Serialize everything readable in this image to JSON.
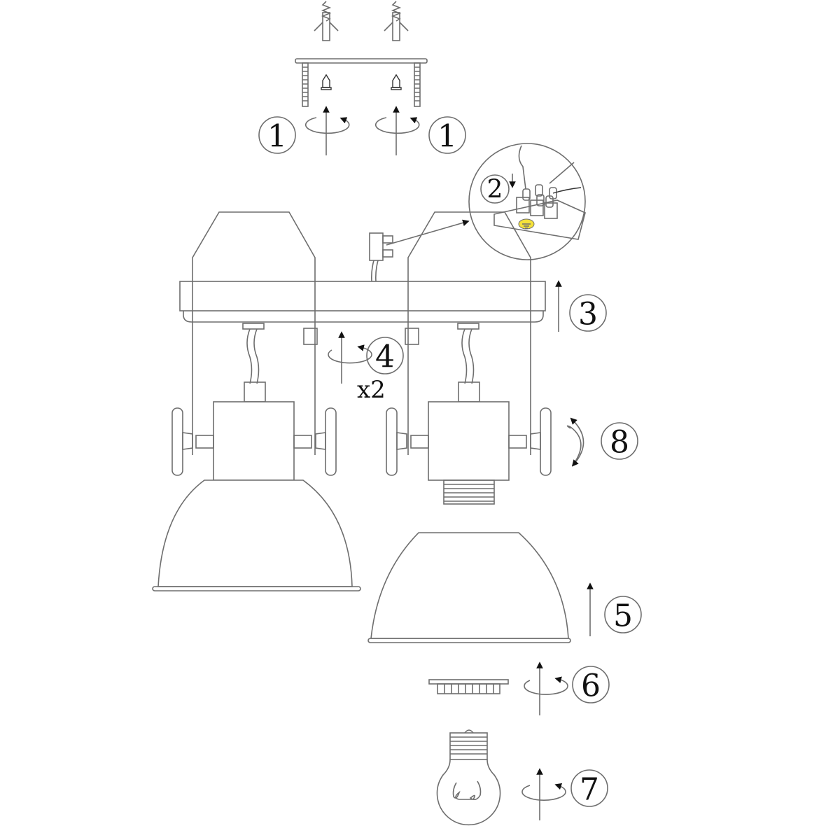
{
  "diagram": {
    "type": "assembly-instructions",
    "subject": "Two-light ceiling spotlight bar",
    "colors": {
      "line": "#6e6e6e",
      "text": "#111111",
      "earth_symbol": "#f5e23a",
      "background": "#ffffff"
    },
    "steps": [
      {
        "id": "1",
        "label": "1",
        "action": "Fix mounting plate with wall plugs and screws (rotate to tighten)",
        "position": "left"
      },
      {
        "id": "1b",
        "label": "1",
        "action": "Fix mounting plate with wall plugs and screws (rotate to tighten)",
        "position": "right"
      },
      {
        "id": "2",
        "label": "2",
        "action": "Connect wires to terminal block (earth marked yellow)"
      },
      {
        "id": "3",
        "label": "3",
        "action": "Push fixture bar up onto mounting plate"
      },
      {
        "id": "4",
        "label": "4",
        "action": "Tighten fixing screws",
        "quantity": "x2"
      },
      {
        "id": "5",
        "label": "5",
        "action": "Fit lamp shade onto holder"
      },
      {
        "id": "6",
        "label": "6",
        "action": "Screw on shade retaining ring"
      },
      {
        "id": "7",
        "label": "7",
        "action": "Screw in light bulb"
      },
      {
        "id": "8",
        "label": "8",
        "action": "Adjust spotlight tilt with side knobs"
      }
    ],
    "components": [
      "wall-plug",
      "mounting-plate",
      "screw",
      "terminal-block",
      "connector",
      "fixture-bar",
      "bracket",
      "lamp-holder",
      "adjust-knob",
      "lamp-shade",
      "shade-ring",
      "light-bulb"
    ]
  }
}
